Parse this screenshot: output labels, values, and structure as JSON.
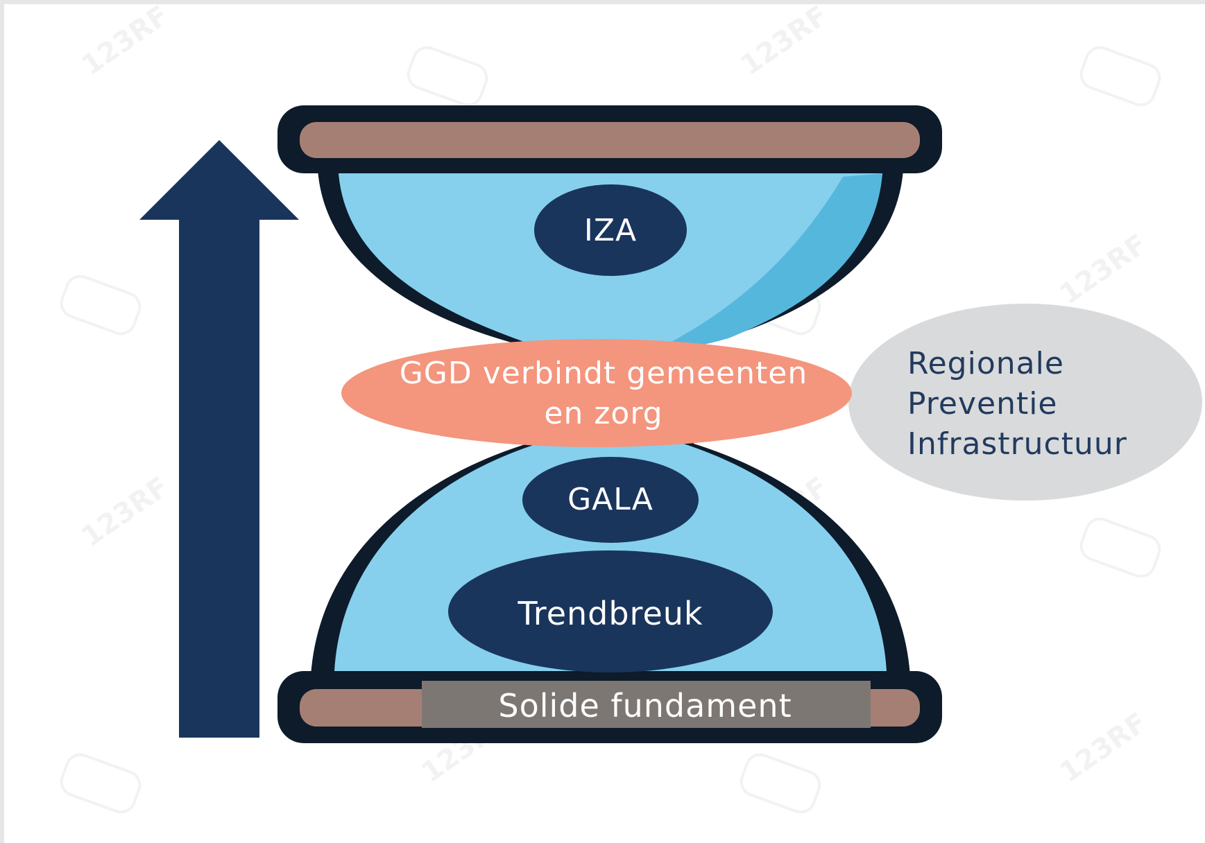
{
  "diagram": {
    "labels": {
      "top_chamber": "IZA",
      "neck": "GGD verbindt gemeenten en zorg",
      "bottom_upper": "GALA",
      "bottom_lower": "Trendbreuk",
      "base": "Solide fundament",
      "side_bubble": "Regionale Preventie Infrastructuur"
    },
    "watermark": "123RF",
    "colors": {
      "frame_outline": "#0d1b2a",
      "frame_wood": "#a67f74",
      "glass_light": "#86d0ee",
      "glass_shadow": "#56b7dd",
      "navy_ellipse": "#1a355c",
      "neck_ellipse": "#f4957d",
      "side_bubble": "#d9dadb",
      "base_box": "#7d7773",
      "arrow": "#1a355c"
    },
    "icons": {
      "arrow": "up-arrow-icon",
      "hourglass": "hourglass-icon"
    }
  }
}
